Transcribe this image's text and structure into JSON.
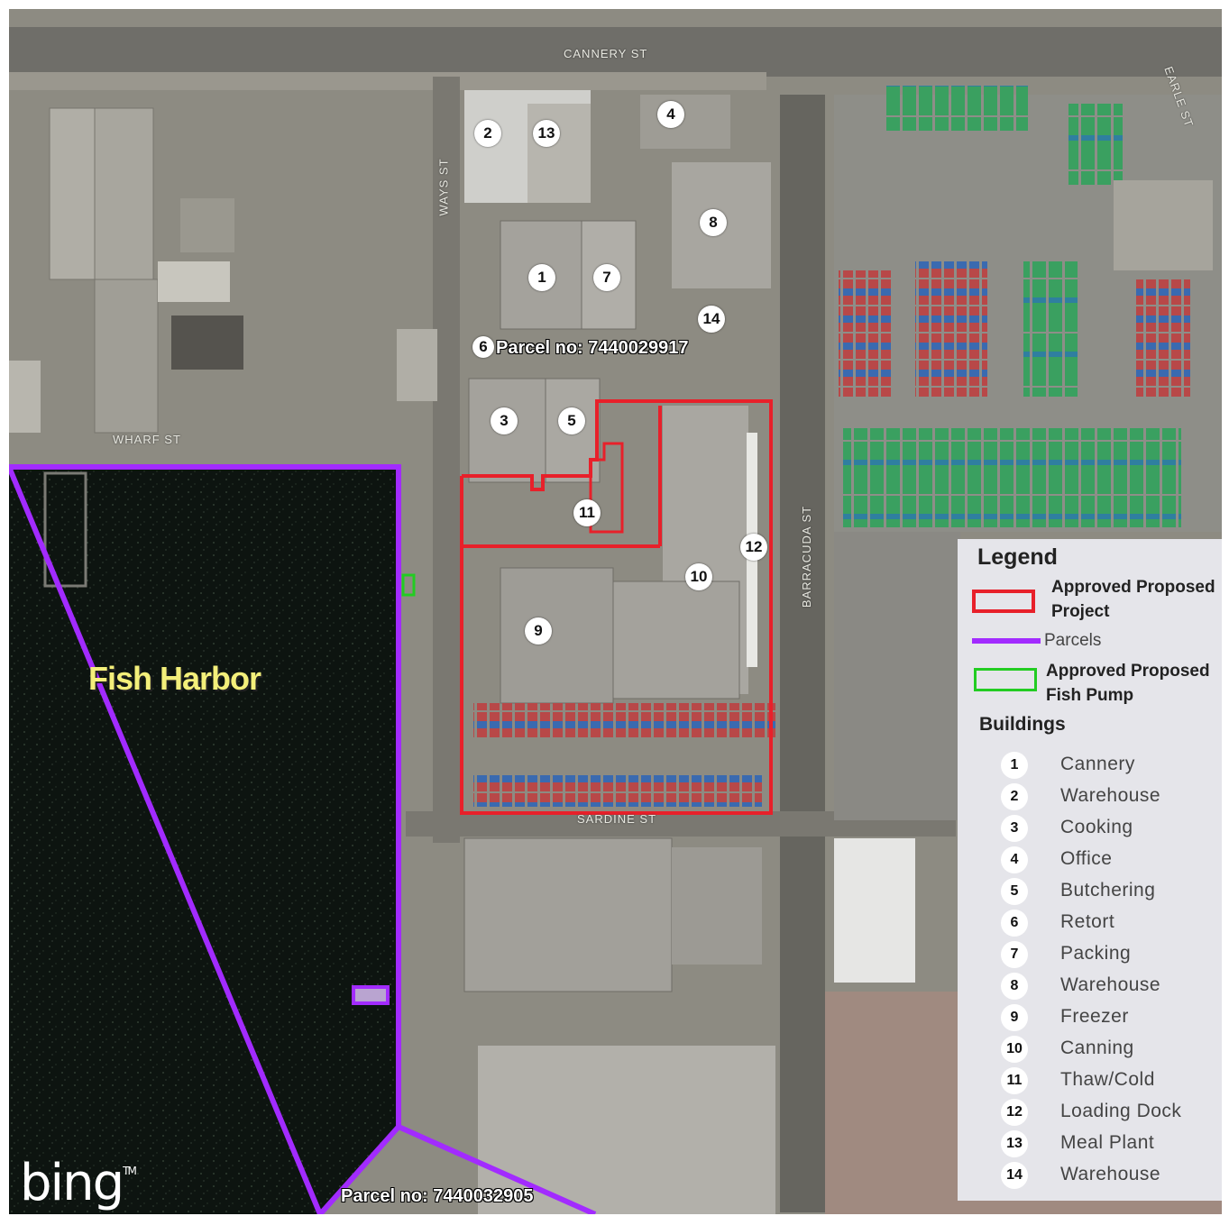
{
  "map": {
    "water_label": "Fish Harbor",
    "attribution": "bing",
    "trademark": "TM",
    "streets": [
      {
        "id": "cannery",
        "name": "CANNERY ST"
      },
      {
        "id": "ways",
        "name": "WAYS ST"
      },
      {
        "id": "wharf",
        "name": "WHARF ST"
      },
      {
        "id": "barracuda",
        "name": "BARRACUDA ST"
      },
      {
        "id": "sardine",
        "name": "SARDINE ST"
      },
      {
        "id": "earle",
        "name": "EARLE ST"
      }
    ],
    "parcel_labels": [
      {
        "id": "upper",
        "text": "Parcel no: 7440029917"
      },
      {
        "id": "lower",
        "text": "Parcel no: 7440032905"
      }
    ],
    "markers": [
      "1",
      "2",
      "3",
      "4",
      "5",
      "6",
      "7",
      "8",
      "9",
      "10",
      "11",
      "12",
      "13",
      "14"
    ],
    "colors": {
      "project_outline": "#e8202a",
      "parcel_outline": "#a22bff",
      "fish_pump_outline": "#22cc22",
      "water": "#0d1410",
      "harbor_label": "#f3ef7a"
    }
  },
  "legend": {
    "title": "Legend",
    "items": [
      {
        "label_line1": "Approved Proposed",
        "label_line2": "Project",
        "color": "#e8202a",
        "kind": "box"
      },
      {
        "label_line1": "Parcels",
        "label_line2": "",
        "color": "#a22bff",
        "kind": "line"
      },
      {
        "label_line1": "Approved Proposed",
        "label_line2": "Fish Pump",
        "color": "#22cc22",
        "kind": "box"
      }
    ],
    "buildings_title": "Buildings",
    "buildings": [
      {
        "num": "1",
        "name": "Cannery"
      },
      {
        "num": "2",
        "name": "Warehouse"
      },
      {
        "num": "3",
        "name": "Cooking"
      },
      {
        "num": "4",
        "name": "Office"
      },
      {
        "num": "5",
        "name": "Butchering"
      },
      {
        "num": "6",
        "name": "Retort"
      },
      {
        "num": "7",
        "name": "Packing"
      },
      {
        "num": "8",
        "name": "Warehouse"
      },
      {
        "num": "9",
        "name": "Freezer"
      },
      {
        "num": "10",
        "name": "Canning"
      },
      {
        "num": "11",
        "name": "Thaw/Cold"
      },
      {
        "num": "12",
        "name": "Loading Dock"
      },
      {
        "num": "13",
        "name": "Meal Plant"
      },
      {
        "num": "14",
        "name": "Warehouse"
      }
    ]
  }
}
